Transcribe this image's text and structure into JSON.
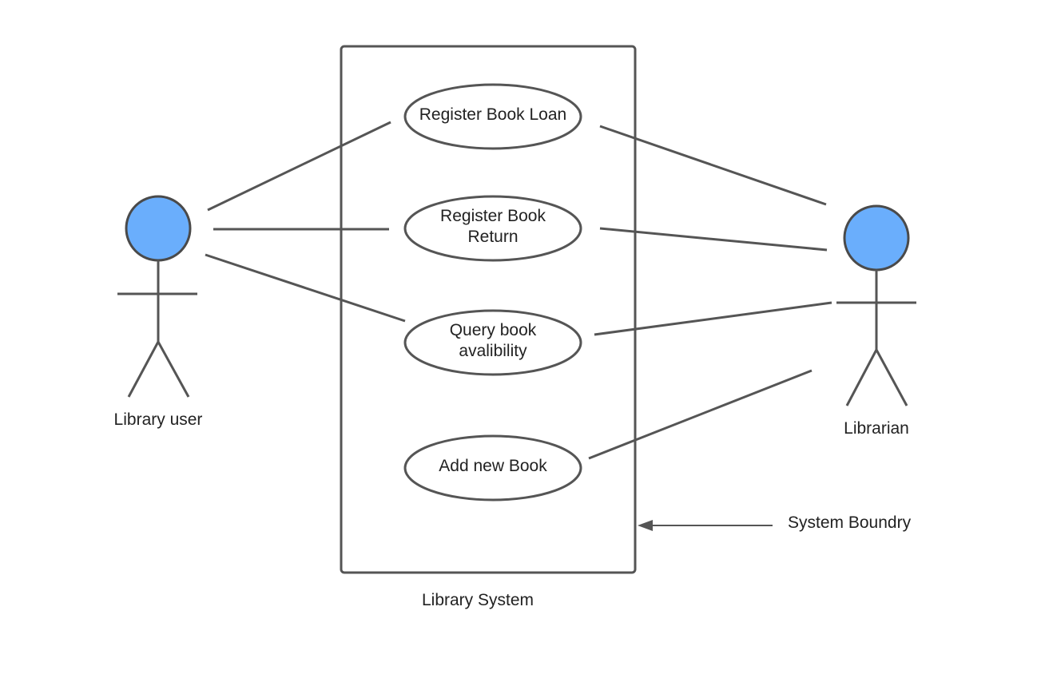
{
  "system": {
    "label": "Library System"
  },
  "boundary_note": {
    "label": "System Boundry"
  },
  "actors": {
    "library_user": {
      "label": "Library user"
    },
    "librarian": {
      "label": "Librarian"
    }
  },
  "use_cases": {
    "register_loan": {
      "lines": [
        "Register Book Loan"
      ]
    },
    "register_return": {
      "lines": [
        "Register Book",
        "Return"
      ]
    },
    "query_availability": {
      "lines": [
        "Query book",
        "avalibility"
      ]
    },
    "add_book": {
      "lines": [
        "Add new Book"
      ]
    }
  },
  "colors": {
    "actor_head_fill": "#6aaefc",
    "line_stroke": "#555555"
  }
}
